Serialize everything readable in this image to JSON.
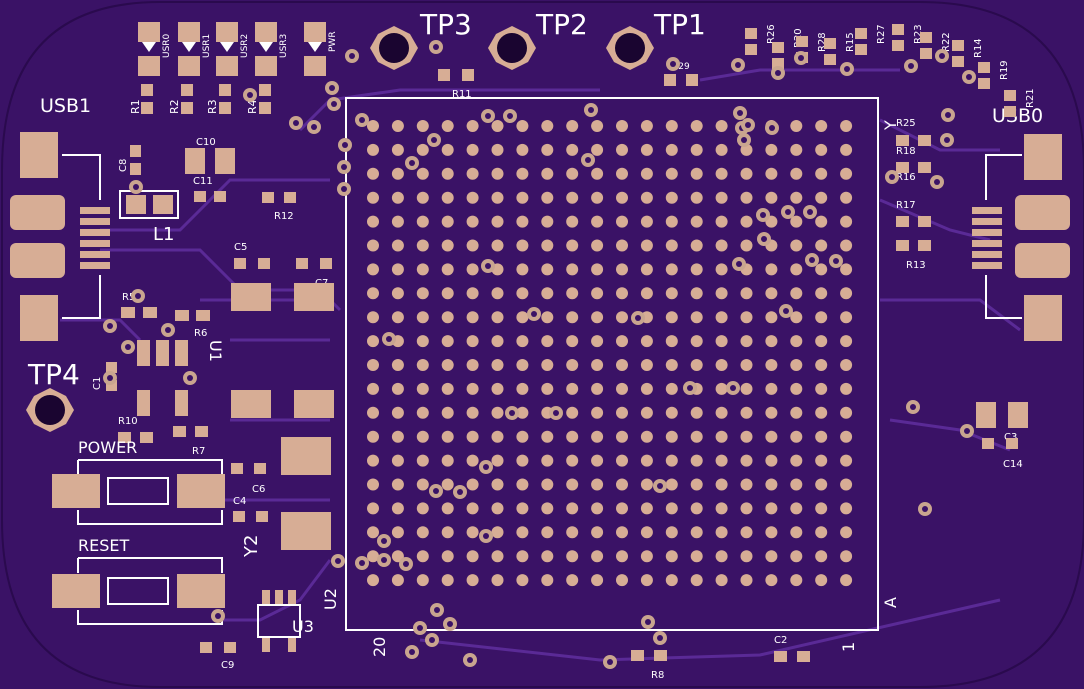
{
  "board": {
    "substrate_color": "#3a1266",
    "trace_color": "#5a2a96",
    "pad_color": "#d7ad95",
    "silk_color": "#ffffff"
  },
  "test_points": [
    "TP3",
    "TP2",
    "TP1",
    "TP4"
  ],
  "connectors": {
    "usb_left": "USB1",
    "usb_right": "USB0"
  },
  "led_labels": [
    "USR0",
    "USR1",
    "USR2",
    "USR3",
    "PWR"
  ],
  "top_resistors": [
    "R1",
    "R2",
    "R3",
    "R4",
    "R11"
  ],
  "right_resistors": [
    "R26",
    "R20",
    "R28",
    "R15",
    "R27",
    "R23",
    "R22",
    "R14",
    "R19",
    "R21",
    "R25",
    "R18",
    "R16",
    "R17",
    "R13"
  ],
  "misc_parts": [
    "C8",
    "C10",
    "C11",
    "R12",
    "L1",
    "C5",
    "C7",
    "U1",
    "C1",
    "R10",
    "R7",
    "C6",
    "C4",
    "Y2",
    "U2",
    "U3",
    "C9",
    "R8",
    "R29",
    "C2",
    "C3",
    "C14",
    "R5",
    "R6"
  ],
  "buttons": {
    "power": "POWER",
    "reset": "RESET"
  },
  "bga_labels": {
    "row_start": "A",
    "row_end": "Y",
    "col_start": "1",
    "col_end": "20"
  }
}
